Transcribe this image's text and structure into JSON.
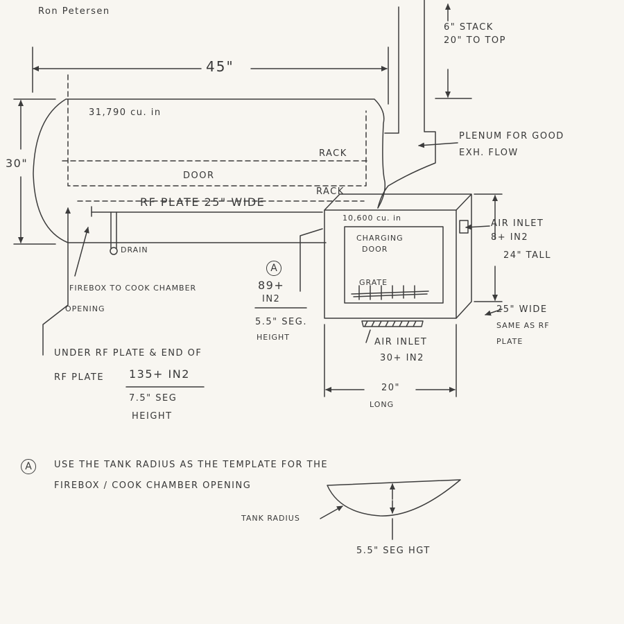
{
  "author": "Ron Petersen",
  "labels": {
    "width_45": "45\"",
    "height_30": "30\"",
    "cook_volume": "31,790 cu. in",
    "rack_upper": "Rack",
    "rack_lower": "Rack",
    "door": "Door",
    "rf_plate": "RF Plate 25\" wide",
    "drain": "Drain",
    "stack_line1": "6\" Stack",
    "stack_line2": "20\" to top",
    "plenum_line1": "Plenum for good",
    "plenum_line2": "Exh. flow",
    "firebox_volume": "10,600 cu. in",
    "charging_door_line1": "Charging",
    "charging_door_line2": "Door",
    "grate": "Grate",
    "air_inlet_side_line1": "Air inlet",
    "air_inlet_side_line2": "8+ in2",
    "tall_24": "24\" tall",
    "wide_25_line1": "25\" wide",
    "wide_25_line2": "same as RF",
    "wide_25_line3": "plate",
    "air_inlet_bottom_line1": "Air inlet",
    "air_inlet_bottom_line2": "30+ in2",
    "long_20_line1": "20\"",
    "long_20_line2": "Long",
    "opening_line1": "Firebox to Cook Chamber",
    "opening_line2": "Opening",
    "marker_a": "A",
    "marker_a_area1": "89+",
    "marker_a_area2": "in2",
    "marker_a_seg1": "5.5\" seg.",
    "marker_a_seg2": "height",
    "under_plate_line1": "Under RF plate & end of",
    "under_plate_line2": "RF plate",
    "under_plate_area": "135+ in2",
    "under_plate_seg1": "7.5\" seg",
    "under_plate_seg2": "height",
    "note_marker": "A",
    "note_line1": "Use the tank radius as the template for the",
    "note_line2": "Firebox / Cook chamber opening",
    "tank_radius": "Tank Radius",
    "seg_hgt": "5.5\" seg hgt"
  },
  "colors": {
    "paper": "#f8f6f1",
    "pencil": "#3c3c3c"
  }
}
